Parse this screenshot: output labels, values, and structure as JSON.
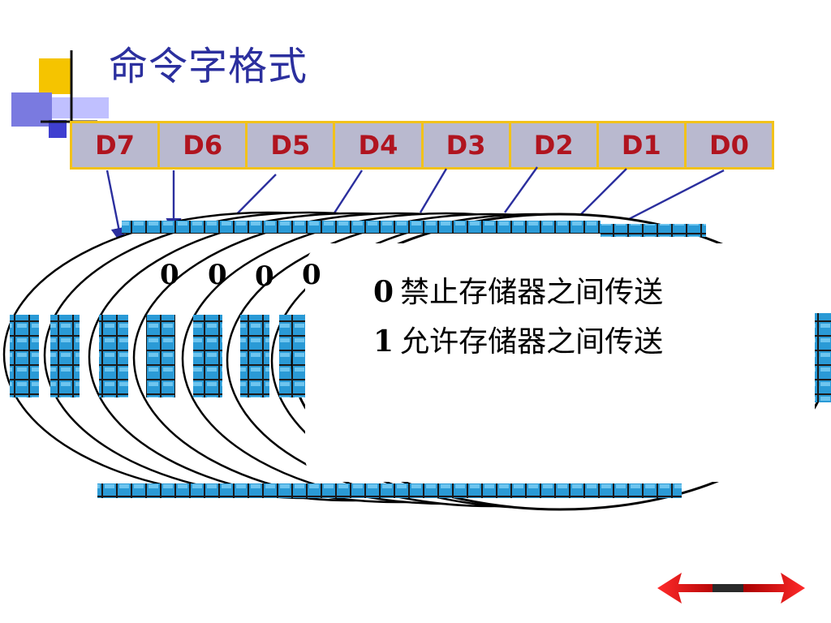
{
  "title": "命令字格式",
  "bits": [
    "D7",
    "D6",
    "D5",
    "D4",
    "D3",
    "D2",
    "D1",
    "D0"
  ],
  "layer_digit": "0",
  "note": [
    {
      "bit": "0",
      "text": "禁止存储器之间传送"
    },
    {
      "bit": "1",
      "text": "允许存储器之间传送"
    }
  ],
  "nav": {
    "prev_icon": "arrow-left-icon",
    "next_icon": "arrow-right-icon"
  },
  "colors": {
    "title": "#2b2f9e",
    "cell_fill": "#b9b9cf",
    "cell_border": "#f2c21a",
    "bit_text": "#b0141f",
    "connector": "#2b2f9e",
    "tile": "#2a9ad6",
    "arrow": "#e8242a"
  }
}
